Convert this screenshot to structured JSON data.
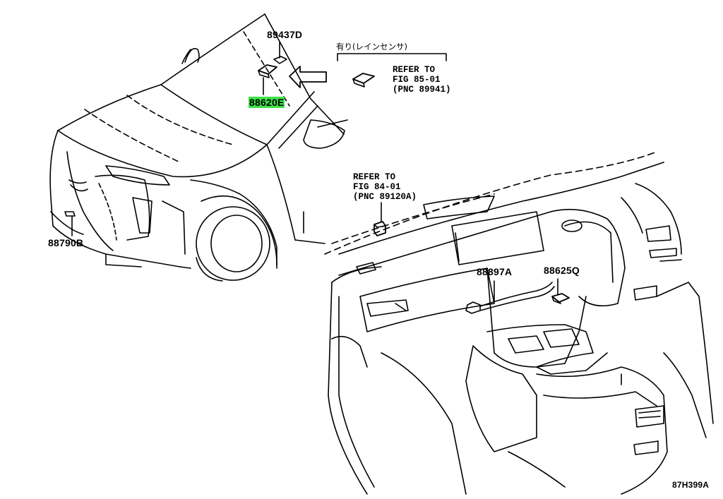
{
  "diagram": {
    "option_bracket_label": "有り(レインセンサ)",
    "callouts": [
      {
        "id": "89437D",
        "highlighted": false
      },
      {
        "id": "88620E",
        "highlighted": true
      },
      {
        "id": "88790B",
        "highlighted": false
      },
      {
        "id": "88897A",
        "highlighted": false
      },
      {
        "id": "88625Q",
        "highlighted": false
      }
    ],
    "refer_rain_sensor": {
      "line1": "REFER TO",
      "line2": "FIG 85-01",
      "line3": "(PNC 89941)"
    },
    "refer_dash_sensor": {
      "line1": "REFER TO",
      "line2": "FIG 84-01",
      "line3": "(PNC 89120A)"
    },
    "figure_id": "87H399A",
    "highlight_color": "#3fe04a"
  }
}
